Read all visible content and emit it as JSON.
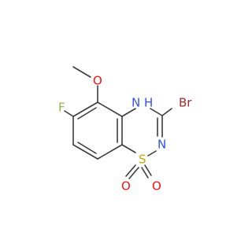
{
  "colors": {
    "bond": "#3c3c3c",
    "carbon": "#3c3c3c",
    "oxygen": "#ff0d0d",
    "nitrogen": "#3050f8",
    "sulfur": "#c8a800",
    "fluorine": "#8fb84a",
    "bromine": "#a52a2a",
    "background": "#ffffff"
  },
  "atoms": {
    "bromine": "Br",
    "nitrogen_h": "N",
    "hydrogen_on_n": "H",
    "nitrogen": "N",
    "sulfur": "S",
    "oxygen_sulfonyl_left": "O",
    "oxygen_sulfonyl_right": "O",
    "oxygen_methoxy": "O",
    "fluorine": "F"
  }
}
